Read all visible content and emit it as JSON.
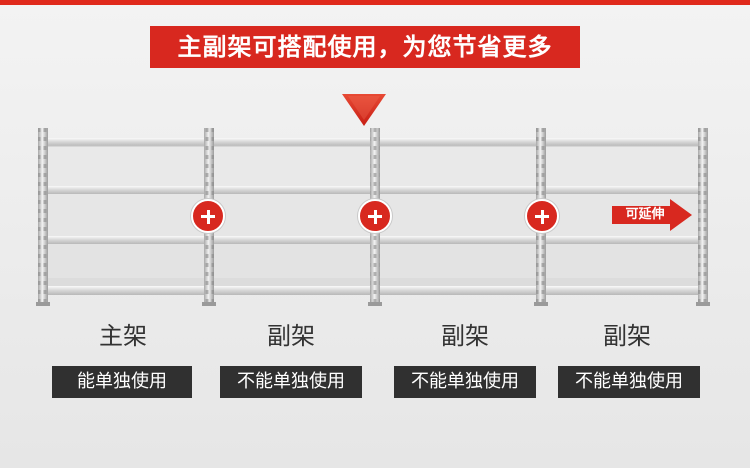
{
  "banner": {
    "headline": "主副架可搭配使用，为您节省更多",
    "accent_color": "#d8281f"
  },
  "diagram": {
    "join_icons": [
      "plus-icon",
      "plus-icon",
      "plus-icon"
    ],
    "extend_label": "可延伸"
  },
  "frames": [
    {
      "name": "主架",
      "usage": "能单独使用"
    },
    {
      "name": "副架",
      "usage": "不能单独使用"
    },
    {
      "name": "副架",
      "usage": "不能单独使用"
    },
    {
      "name": "副架",
      "usage": "不能单独使用"
    }
  ]
}
